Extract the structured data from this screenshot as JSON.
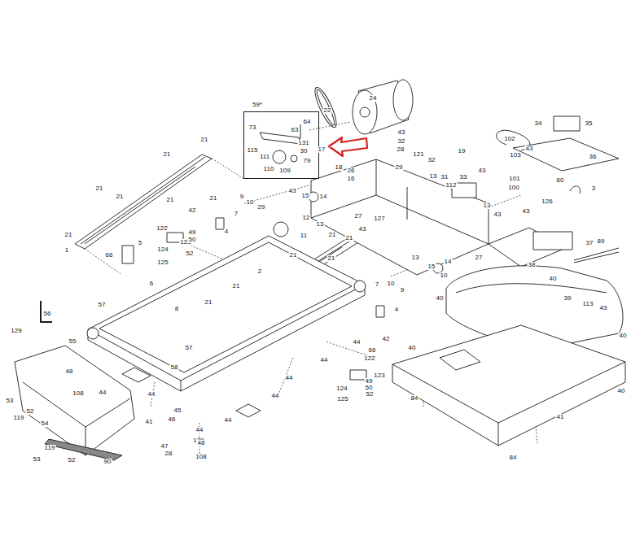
{
  "diagram": {
    "nodes": [
      {
        "text": [
          "59*",
          "73",
          "64",
          "63",
          "115",
          "111",
          "131",
          "30",
          "110",
          "109",
          "79"
        ]
      }
    ],
    "labels": [
      "22",
      "24",
      "17",
      "18",
      "43",
      "32",
      "28",
      "26",
      "16",
      "29",
      "121",
      "32",
      "13",
      "31",
      "19",
      "33",
      "112",
      "43",
      "101",
      "100",
      "102",
      "103",
      "34",
      "35",
      "43",
      "36",
      "60",
      "3",
      "126",
      "43",
      "43",
      "13",
      "37",
      "89",
      "38",
      "40",
      "39",
      "113",
      "43",
      "40",
      "40",
      "40",
      "41",
      "84",
      "84",
      "40",
      "15",
      "14",
      "43",
      "12",
      "13",
      "11",
      "43",
      "21",
      "21",
      "27",
      "127",
      "27",
      "13",
      "15",
      "14",
      "10",
      "21",
      "21",
      "21",
      "21",
      "21",
      "21",
      "21",
      "1",
      "9",
      "10",
      "29",
      "7",
      "4",
      "42",
      "122",
      "123",
      "124",
      "125",
      "49",
      "50",
      "52",
      "66",
      "5",
      "6",
      "8",
      "2",
      "21",
      "21",
      "21",
      "21",
      "57",
      "57",
      "56",
      "9",
      "10",
      "7",
      "4",
      "42",
      "66",
      "44",
      "44",
      "44",
      "44",
      "44",
      "44",
      "44",
      "44",
      "122",
      "123",
      "124",
      "49",
      "50",
      "52",
      "125",
      "55",
      "58",
      "48",
      "108",
      "45",
      "46",
      "41",
      "129",
      "129",
      "47",
      "28",
      "48",
      "108",
      "53",
      "119",
      "52",
      "54",
      "119",
      "53",
      "52",
      "90"
    ]
  }
}
